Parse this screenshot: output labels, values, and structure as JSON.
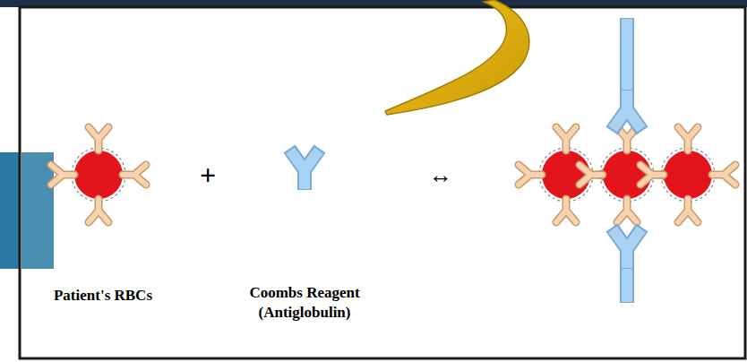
{
  "diagram": {
    "labels": [
      "+",
      "↔",
      "Patient's RBCs",
      "Coombs Reagent (Antiglobulin)"
    ]
  }
}
